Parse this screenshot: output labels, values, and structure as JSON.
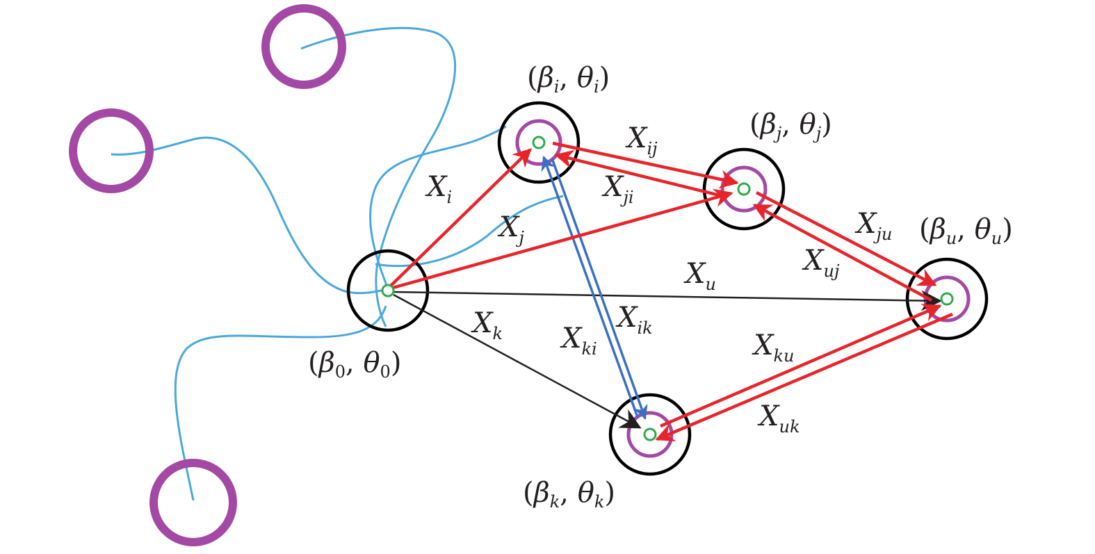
{
  "colors": {
    "background": "#ffffff",
    "node_ring": "#000000",
    "inner_ring": "#a349a4",
    "center_dot": "#2eaa4a",
    "red_arrow": "#e8242b",
    "blue_arrow": "#3a6fc4",
    "black_arrow": "#231f20",
    "curve": "#4aa8dc",
    "text": "#231f20"
  },
  "nodes": {
    "n0": {
      "beta": "β",
      "beta_sub": "0",
      "theta": "θ",
      "theta_sub": "0"
    },
    "ni": {
      "beta": "β",
      "beta_sub": "i",
      "theta": "θ",
      "theta_sub": "i"
    },
    "nj": {
      "beta": "β",
      "beta_sub": "j",
      "theta": "θ",
      "theta_sub": "j"
    },
    "nu": {
      "beta": "β",
      "beta_sub": "u",
      "theta": "θ",
      "theta_sub": "u"
    },
    "nk": {
      "beta": "β",
      "beta_sub": "k",
      "theta": "θ",
      "theta_sub": "k"
    }
  },
  "edges": {
    "Xi": {
      "main": "X",
      "sub": "i"
    },
    "Xj": {
      "main": "X",
      "sub": "j"
    },
    "Xu": {
      "main": "X",
      "sub": "u"
    },
    "Xk": {
      "main": "X",
      "sub": "k"
    },
    "Xij": {
      "main": "X",
      "sub": "ij"
    },
    "Xji": {
      "main": "X",
      "sub": "ji"
    },
    "Xju": {
      "main": "X",
      "sub": "ju"
    },
    "Xuj": {
      "main": "X",
      "sub": "uj"
    },
    "Xku": {
      "main": "X",
      "sub": "ku"
    },
    "Xuk": {
      "main": "X",
      "sub": "uk"
    },
    "Xki": {
      "main": "X",
      "sub": "ki"
    },
    "Xik": {
      "main": "X",
      "sub": "ik"
    }
  },
  "punct": {
    "open": "(",
    "comma": ", ",
    "close": ")"
  }
}
